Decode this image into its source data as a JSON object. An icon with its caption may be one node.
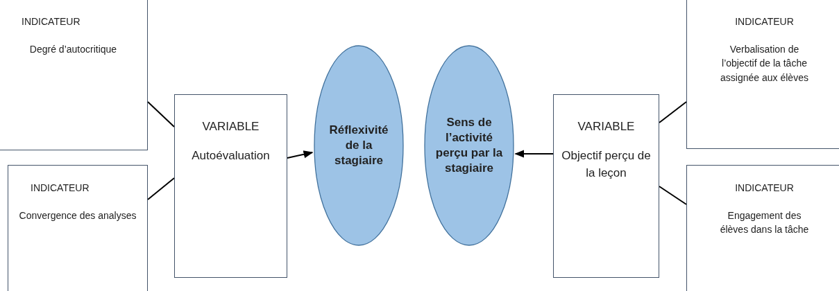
{
  "diagram": {
    "nodes": [
      {
        "text": [
          "INDICATEUR",
          "Degré d’autocritique"
        ]
      },
      {
        "text": [
          "INDICATEUR",
          "Convergence des analyses"
        ]
      },
      {
        "text": [
          "VARIABLE",
          "Autoévaluation"
        ]
      },
      {
        "text": [
          "Réflexivité de la stagiaire"
        ]
      },
      {
        "text": [
          "Sens de l’activité perçu par la stagiaire"
        ]
      },
      {
        "text": [
          "VARIABLE",
          "Objectif perçu de la leçon"
        ]
      },
      {
        "text": [
          "INDICATEUR",
          "Verbalisation de l’objectif de la tâche assignée aux élèves"
        ]
      },
      {
        "text": [
          "INDICATEUR",
          "Engagement des élèves dans la tâche"
        ]
      }
    ],
    "edges": [
      {
        "from": 0,
        "to": 2,
        "arrow": "none"
      },
      {
        "from": 1,
        "to": 2,
        "arrow": "none"
      },
      {
        "from": 2,
        "to": 3,
        "arrow": "to"
      },
      {
        "from": 5,
        "to": 4,
        "arrow": "to"
      },
      {
        "from": 5,
        "to": 6,
        "arrow": "none"
      },
      {
        "from": 5,
        "to": 7,
        "arrow": "none"
      }
    ]
  }
}
